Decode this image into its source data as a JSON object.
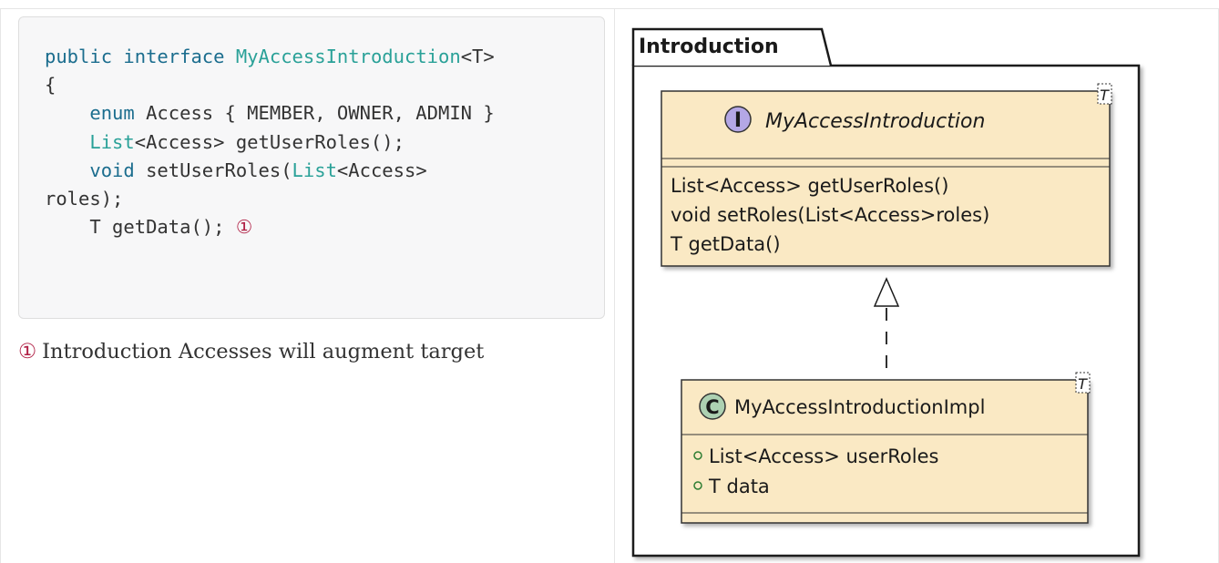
{
  "code": {
    "lines": [
      {
        "indent": "",
        "tokens": [
          {
            "text": "public",
            "cls": "kw"
          },
          {
            "text": " "
          },
          {
            "text": "interface",
            "cls": "kw"
          },
          {
            "text": " "
          },
          {
            "text": "MyAccessIntroduction",
            "cls": "ty"
          },
          {
            "text": "<T>"
          }
        ]
      },
      {
        "indent": "",
        "tokens": [
          {
            "text": "{"
          }
        ]
      },
      {
        "indent": "    ",
        "tokens": [
          {
            "text": "enum",
            "cls": "kw"
          },
          {
            "text": " Access { MEMBER, OWNER, ADMIN }"
          }
        ]
      },
      {
        "indent": "    ",
        "tokens": [
          {
            "text": "List",
            "cls": "ty"
          },
          {
            "text": "<Access> getUserRoles();"
          }
        ]
      },
      {
        "indent": "    ",
        "tokens": [
          {
            "text": "void",
            "cls": "kw"
          },
          {
            "text": " setUserRoles("
          },
          {
            "text": "List",
            "cls": "ty"
          },
          {
            "text": "<Access>"
          }
        ]
      },
      {
        "indent": "",
        "tokens": [
          {
            "text": "roles);"
          }
        ]
      },
      {
        "indent": "    ",
        "tokens": [
          {
            "text": "T getData(); "
          },
          {
            "text": "①",
            "cls": "co"
          }
        ]
      }
    ]
  },
  "callout": {
    "number": "①",
    "text": "Introduction Accesses will augment target"
  },
  "diagram": {
    "package_label": "Introduction",
    "interface_box": {
      "stereotype_letter": "I",
      "name": "MyAccessIntroduction",
      "type_param": "T",
      "methods": [
        "List<Access> getUserRoles()",
        "void setRoles(List<Access>roles)",
        "T getData()"
      ]
    },
    "class_box": {
      "stereotype_letter": "C",
      "name": "MyAccessIntroductionImpl",
      "type_param": "T",
      "fields": [
        "List<Access> userRoles",
        "T data"
      ]
    },
    "colors": {
      "class_fill": "#fae9c4",
      "interface_circle": "#b4a7e5",
      "class_circle": "#add1b2",
      "code_keyword": "#1b6d8e",
      "code_type": "#2aa198",
      "callout": "#b12146"
    }
  }
}
